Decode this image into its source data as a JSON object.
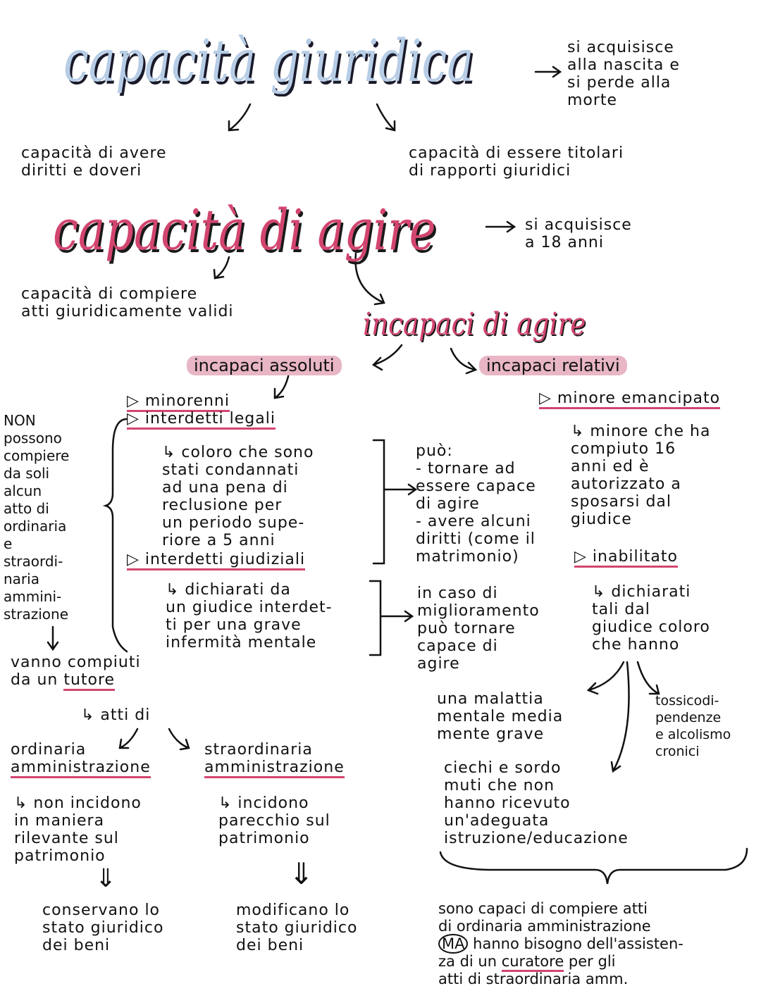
{
  "colors": {
    "blue_title": "#b7cde6",
    "pink_title": "#d2456f",
    "highlight": "#e8b6c5",
    "underline": "#d2456f"
  },
  "capacita_giuridica": {
    "title": "capacità giuridica",
    "note": "si acquisisce\nalla nascita e\nsi perde alla\nmorte",
    "left": "capacità di avere\ndiritti e doveri",
    "right": "capacità di essere titolari\ndi rapporti giuridici"
  },
  "capacita_agire": {
    "title": "capacità di agire",
    "note": "si acquisisce\na 18 anni",
    "definition": "capacità di compiere\natti giuridicamente validi"
  },
  "incapaci": {
    "title": "incapaci di agire",
    "assoluti": {
      "label": "incapaci assoluti",
      "side_note": "NON\npossono\ncompiere\nda soli\nalcun\natto di\nordinaria\ne\nstraordi-\nnaria\nammini-\nstrazione",
      "minorenni": "▷ minorenni",
      "interdetti_legali": "▷ interdetti legali",
      "legali_desc": "↳ coloro che sono\n    stati condannati\n    ad una pena di\n    reclusione per\n    un periodo supe-\n    riore a 5 anni",
      "interdetti_giudiziali": "▷ interdetti giudiziali",
      "giudiziali_desc": "↳ dichiarati da\n    un giudice interdet-\n    ti per una grave\n    infermità mentale",
      "puo": "può:\n- tornare ad\n  essere capace\n  di agire\n- avere alcuni\n  diritti (come il\n  matrimonio)",
      "miglioramento": "in caso di\nmiglioramento\npuò tornare\ncapace di\nagire",
      "tutore": "vanno compiuti\nda un ",
      "tutore_word": "tutore",
      "atti_di": "↳ atti di",
      "ordinaria": "ordinaria\namministrazione",
      "straordinaria": "straordinaria\namministrazione",
      "ordinaria_desc": "↳ non incidono\n    in maniera\n    rilevante sul\n    patrimonio",
      "straordinaria_desc": "↳ incidono\n    parecchio sul\n    patrimonio",
      "double_arrow": "⇓",
      "ordinaria_result": "conservano lo\nstato giuridico\ndei beni",
      "straordinaria_result": "modificano lo\nstato giuridico\ndei beni"
    },
    "relativi": {
      "label": "incapaci relativi",
      "minore_emancipato": "▷ minore emancipato",
      "emancipato_desc": "↳ minore che ha\n    compiuto 16\n    anni ed è\n    autorizzato a\n    sposarsi dal\n    giudice",
      "inabilitato": "▷ inabilitato",
      "inabilitato_desc": "↳ dichiarati\n    tali dal\n    giudice coloro\n    che hanno",
      "malattia": "una malattia\nmentale media\nmente grave",
      "tossicodipendenze": "tossicodi-\npendenze\ne alcolismo\ncronici",
      "ciechi": "ciechi e sordo\nmuti che non\nhanno ricevuto\nun'adeguata\nistruzione/educazione",
      "conclusione_1": "sono capaci di compiere atti\ndi ordinaria amministrazione\n",
      "ma": "MA",
      "conclusione_2": " hanno bisogno dell'assisten-\nza di un ",
      "curatore": "curatore",
      "conclusione_3": " per gli\natti di straordinaria amm."
    }
  }
}
